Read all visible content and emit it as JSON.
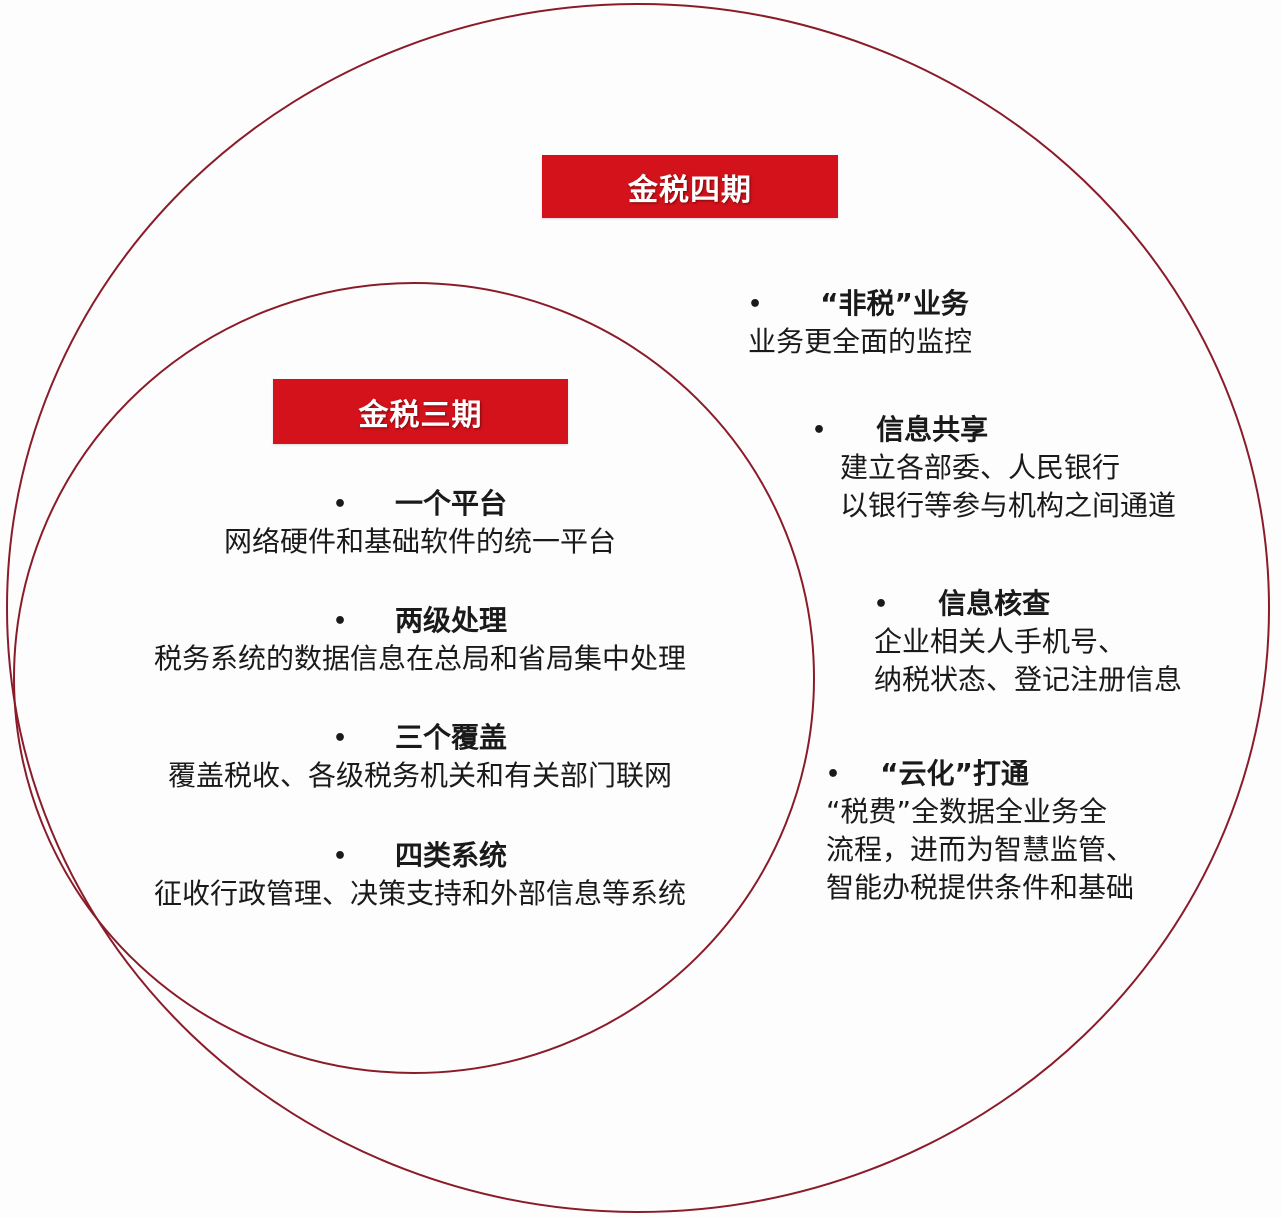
{
  "colors": {
    "accent": "#d3121b",
    "circle_stroke": "#8a1c2a",
    "background": "#fdfdfe"
  },
  "outer": {
    "title": "金税四期",
    "items": [
      {
        "bullet": "•",
        "heading": "“非税”业务",
        "lines": [
          "业务更全面的监控"
        ]
      },
      {
        "bullet": "•",
        "heading": "信息共享",
        "lines": [
          "建立各部委、人民银行",
          "以银行等参与机构之间通道"
        ]
      },
      {
        "bullet": "•",
        "heading": "信息核查",
        "lines": [
          "企业相关人手机号、",
          "纳税状态、登记注册信息"
        ]
      },
      {
        "bullet": "•",
        "heading": "“云化”打通",
        "lines": [
          "“税费”全数据全业务全",
          "流程，进而为智慧监管、",
          "智能办税提供条件和基础"
        ]
      }
    ]
  },
  "inner": {
    "title": "金税三期",
    "items": [
      {
        "bullet": "•",
        "heading": "一个平台",
        "lines": [
          "网络硬件和基础软件的统一平台"
        ]
      },
      {
        "bullet": "•",
        "heading": "两级处理",
        "lines": [
          "税务系统的数据信息在总局和省局集中处理"
        ]
      },
      {
        "bullet": "•",
        "heading": "三个覆盖",
        "lines": [
          "覆盖税收、各级税务机关和有关部门联网"
        ]
      },
      {
        "bullet": "•",
        "heading": "四类系统",
        "lines": [
          "征收行政管理、决策支持和外部信息等系统"
        ]
      }
    ]
  }
}
